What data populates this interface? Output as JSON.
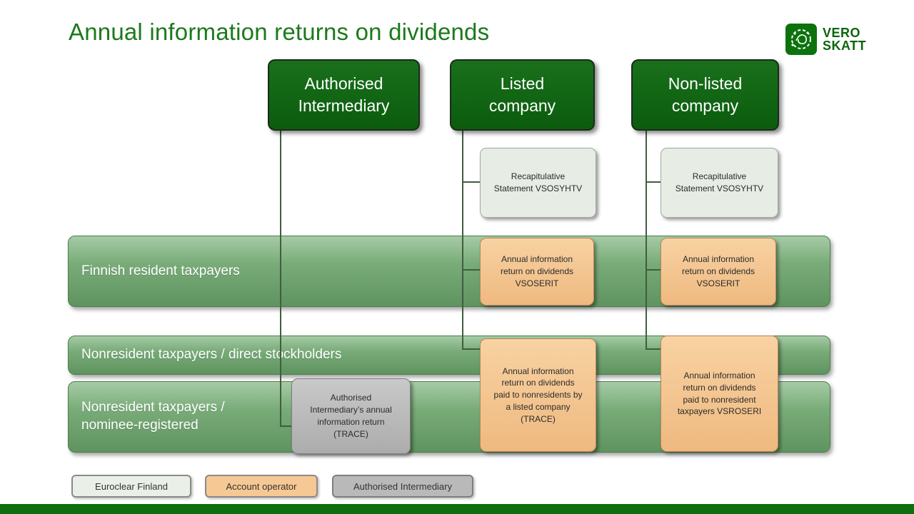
{
  "title": "Annual information returns on dividends",
  "logo": {
    "line1": "VERO",
    "line2": "SKATT"
  },
  "top_boxes": [
    {
      "label": "Authorised\nIntermediary"
    },
    {
      "label": "Listed\ncompany"
    },
    {
      "label": "Non-listed\ncompany"
    }
  ],
  "bands": [
    {
      "label": "Finnish resident taxpayers"
    },
    {
      "label": "Nonresident taxpayers / direct stockholders"
    },
    {
      "label": "Nonresident taxpayers /\nnominee-registered"
    }
  ],
  "form_boxes": {
    "recap_listed": "Recapitulative\nStatement VSOSYHTV",
    "recap_non_listed": "Recapitulative\nStatement VSOSYHTV",
    "vsoserit_listed": "Annual information\nreturn on dividends\nVSOSERIT",
    "vsoserit_non_listed": "Annual information\nreturn on dividends\nVSOSERIT",
    "trace_listed": "Annual information\nreturn on dividends\npaid to nonresidents by\na listed company\n(TRACE)",
    "vsroseri_non_listed": "Annual information\nreturn on dividends\npaid to nonresident\ntaxpayers VSROSERI",
    "ai_return": "Authorised\nIntermediary’s annual\ninformation return\n(TRACE)"
  },
  "legend": [
    {
      "label": "Euroclear Finland"
    },
    {
      "label": "Account operator"
    },
    {
      "label": "Authorised Intermediary"
    }
  ],
  "colors": {
    "title_green": "#1b7a1b",
    "dark_green_box": "#0d650d",
    "band_green": "#74a874",
    "account_operator_orange": "#f2bd84",
    "euroclear_light_green": "#e7ece5",
    "intermediary_gray": "#b5b5b5",
    "footer_green": "#0c6e0c"
  }
}
